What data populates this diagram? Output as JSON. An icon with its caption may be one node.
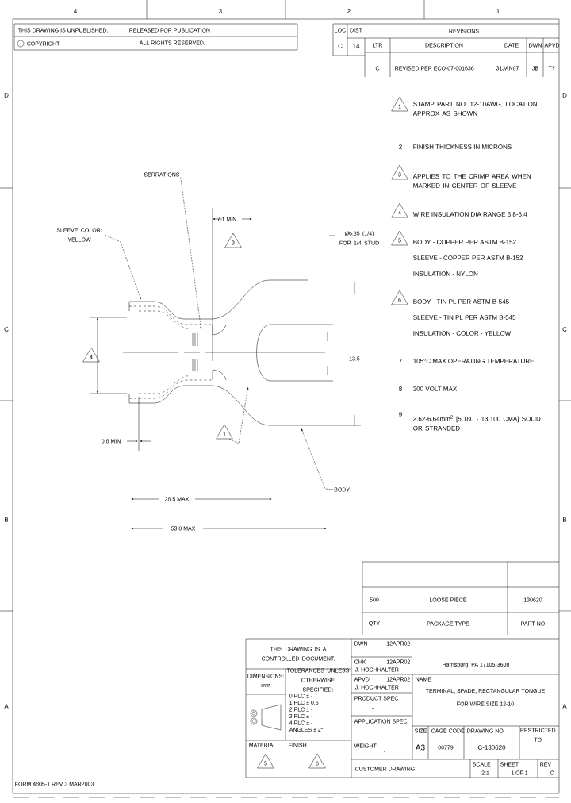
{
  "diagram": {
    "nodes": [
      {
        "text": [
          "SERRATIONS"
        ]
      },
      {
        "text": [
          "SLEEVE COLOR: YELLOW"
        ]
      },
      {
        "text": [
          "1"
        ]
      },
      {
        "text": [
          "BODY"
        ]
      },
      {
        "text": [
          "3"
        ]
      },
      {
        "text": [
          "4"
        ]
      },
      {
        "text": [
          "1"
        ],
        "beside": [
          "STAMP PART NO. 12-10AWG, LOCATION APPROX AS SHOWN"
        ]
      },
      {
        "text": [
          "3"
        ],
        "beside": [
          "APPLIES TO THE CRIMP AREA WHEN MARKED IN CENTER OF SLEEVE"
        ]
      },
      {
        "text": [
          "4"
        ],
        "beside": [
          "WIRE INSULATION DIA RANGE 3.8-6.4"
        ]
      },
      {
        "text": [
          "5"
        ],
        "beside": [
          "BODY - COPPER PER ASTM B-152",
          "SLEEVE - COPPER PER ASTM B-152",
          "INSULATION - NYLON"
        ]
      },
      {
        "text": [
          "6"
        ],
        "beside": [
          "BODY - TIN PL PER ASTM B-545",
          "SLEEVE - TIN PL PER ASTM B-545",
          "INSULATION - COLOR - YELLOW"
        ]
      },
      {
        "text": [
          "5"
        ],
        "beside": [
          "MATERIAL"
        ]
      },
      {
        "text": [
          "6"
        ],
        "beside": [
          "FINISH"
        ]
      },
      {
        "text": [],
        "shape": "picture"
      }
    ],
    "edges": [
      {
        "from": 0,
        "to": 13,
        "arrow": "to",
        "style": "dashed"
      },
      {
        "from": 1,
        "to": 13,
        "arrow": "to",
        "style": "dashed"
      },
      {
        "from": 2,
        "to": 13,
        "arrow": "to",
        "style": "dashed"
      },
      {
        "from": 3,
        "to": 13,
        "arrow": "to",
        "style": "dashed"
      }
    ],
    "labels": [
      "4",
      "3",
      "2",
      "1",
      "D",
      "D",
      "C",
      "C",
      "B",
      "B",
      "A",
      "A",
      "THIS DRAWING IS UNPUBLISHED.",
      "RELEASED FOR PUBLICATION",
      "COPYRIGHT -",
      "ALL RIGHTS RESERVED.",
      "LOC",
      "DIST",
      "REVISIONS",
      "C",
      "14",
      "LTR",
      "DESCRIPTION",
      "DATE",
      "DWN",
      "APVD",
      "C",
      "REVISED PER ECO-07-001636",
      "31JAN07",
      "JB",
      "TY",
      "7.1 MIN",
      "Ø6.35 (1/4) FOR 1/4 STUD",
      "13.5",
      "0.8 MIN",
      "28.5 MAX",
      "53.0 MAX",
      "2",
      "FINISH THICKNESS IN MICRONS",
      "7",
      "105°C MAX OPERATING TEMPERATURE",
      "8",
      "300 VOLT MAX",
      "9",
      "2.62-6.64mm$^{2}$ [5,180 - 13,100 CMA] SOLID OR STRANDED",
      "500",
      "LOOSE PIECE",
      "130620",
      "QTY",
      "PACKAGE TYPE",
      "PART NO",
      "THIS DRAWING IS A CONTROLLED DOCUMENT.",
      "DIMENSIONS:",
      "mm",
      "TOLERANCES UNLESS OTHERWISE SPECIFIED:",
      "0 PLC ± -",
      "1 PLC ± 0.5",
      "2 PLC ± -",
      "3 PLC ± -",
      "4 PLC ± -",
      "ANGLES ± 2°",
      "DWN",
      "12APR02",
      "-",
      "CHK",
      "12APR02",
      "J. HOCHHALTER",
      "APVD",
      "12APR02",
      "J. HOCHHALTER",
      "PRODUCT SPEC",
      "-",
      "APPLICATION SPEC",
      "WEIGHT",
      "-",
      "Harrisburg, PA 17105-3608",
      "NAME",
      "TERMINAL, SPADE, RECTANGULAR TONGUE",
      "FOR WIRE SIZE 12-10",
      "SIZE",
      "CAGE CODE",
      "DRAWING NO",
      "RESTRICTED TO",
      "A3",
      "00779",
      "C-130620",
      "-",
      "CUSTOMER DRAWING",
      "SCALE",
      "2:1",
      "SHEET",
      "1 OF 1",
      "REV",
      "C",
      "FORM 4805-1 REV 3 MAR2003"
    ]
  }
}
